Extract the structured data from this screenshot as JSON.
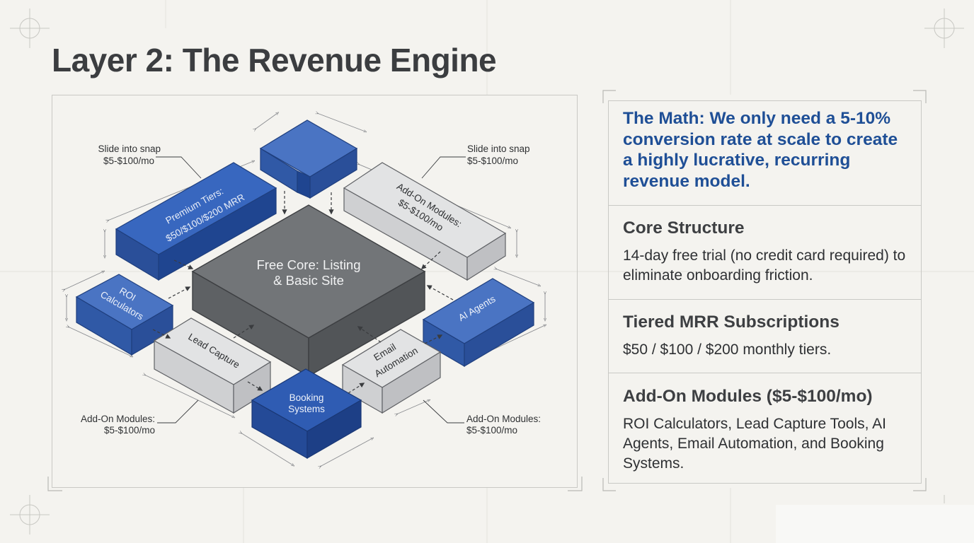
{
  "title": "Layer 2: The Revenue Engine",
  "diagram": {
    "core_line1": "Free Core: Listing",
    "core_line2": "& Basic Site",
    "premium_line1": "Premium Tiers:",
    "premium_line2": "$50/$100/$200 MRR",
    "addon_block_line1": "Add-On Modules:",
    "addon_block_line2": "$5-$100/mo",
    "roi_line1": "ROI",
    "roi_line2": "Calculators",
    "lead": "Lead Capture",
    "booking_line1": "Booking",
    "booking_line2": "Systems",
    "email_line1": "Email",
    "email_line2": "Automation",
    "ai": "AI Agents",
    "callout_tl_line1": "Slide into snap",
    "callout_tl_line2": "$5-$100/mo",
    "callout_tr_line1": "Slide into snap",
    "callout_tr_line2": "$5-$100/mo",
    "callout_bl_line1": "Add-On Modules:",
    "callout_bl_line2": "$5-$100/mo",
    "callout_br_line1": "Add-On Modules:",
    "callout_br_line2": "$5-$100/mo"
  },
  "panel": {
    "math": "The Math: We only need a 5-10% conversion rate at scale to create a highly lucrative, recurring revenue model.",
    "sections": [
      {
        "heading": "Core Structure",
        "body": "14-day free trial (no credit card required) to eliminate onboarding friction."
      },
      {
        "heading": "Tiered MRR Subscriptions",
        "body": "$50 / $100 / $200 monthly tiers."
      },
      {
        "heading": "Add-On Modules ($5-$100/mo)",
        "body": "ROI Calculators, Lead Capture Tools, AI Agents, Email Automation, and Booking Systems."
      }
    ]
  },
  "colors": {
    "background": "#f4f3ef",
    "title": "#3b3d40",
    "accent_blue": "#1f4f96",
    "block_blue": "#3058a8",
    "block_gray": "#6e7174",
    "block_light": "#d9dadb"
  }
}
